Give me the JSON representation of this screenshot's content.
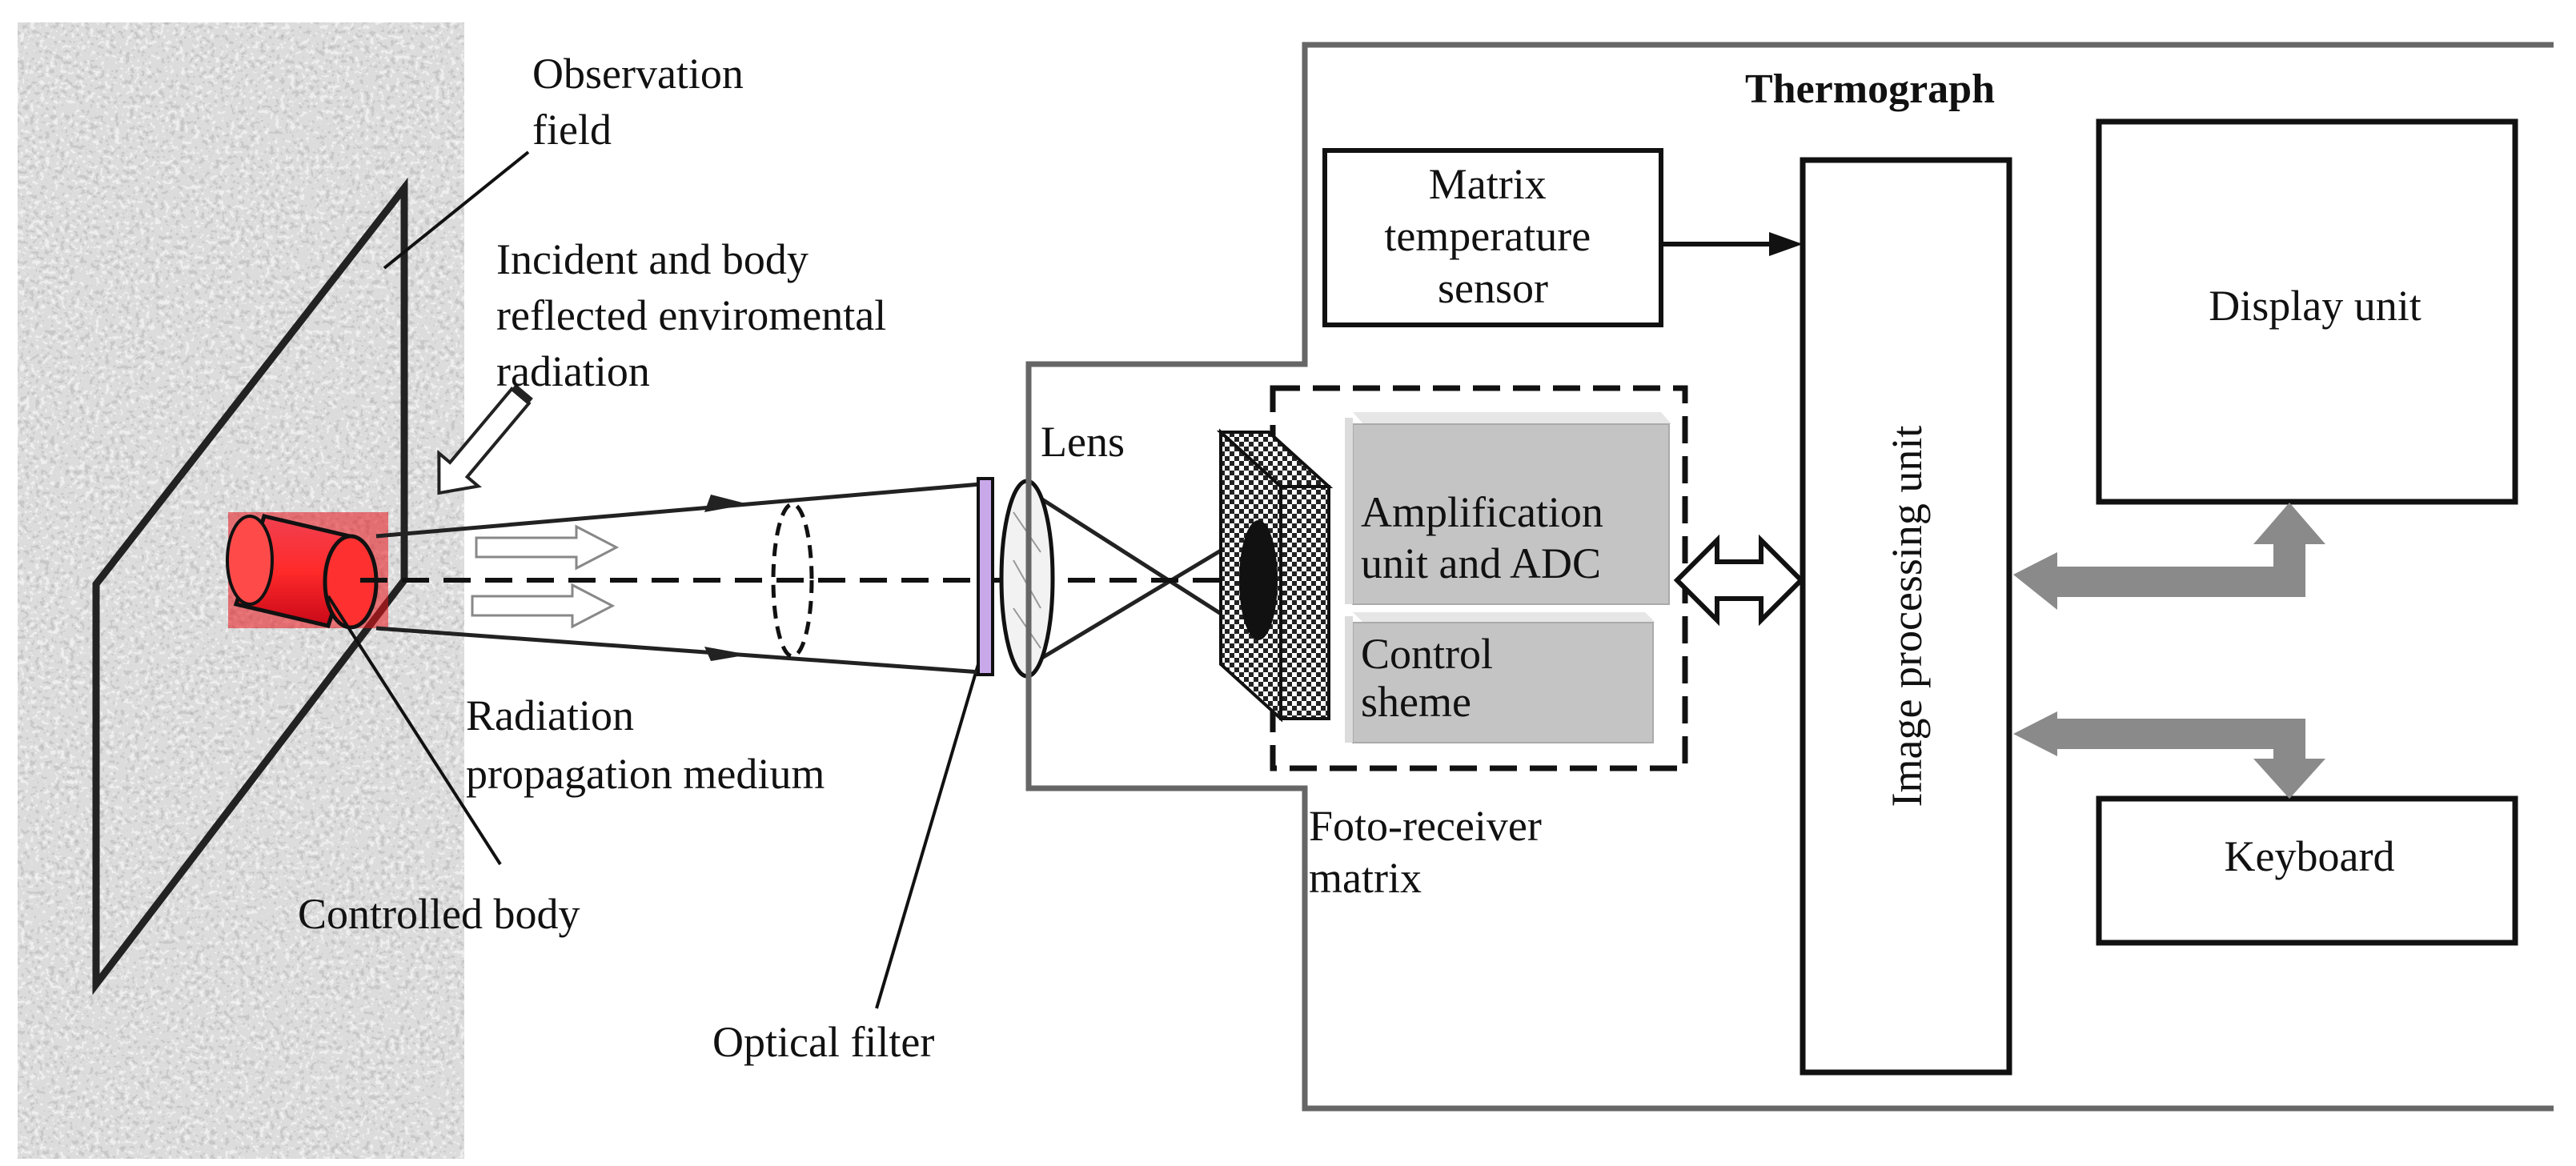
{
  "labels": {
    "observation_field": [
      "Observation",
      "field"
    ],
    "incident_radiation": [
      "Incident and body",
      "reflected enviromental",
      "radiation"
    ],
    "radiation_medium": [
      "Radiation",
      "propagation medium"
    ],
    "controlled_body": "Controlled body",
    "optical_filter": "Optical filter",
    "lens": "Lens",
    "thermograph": "Thermograph",
    "matrix_sensor": [
      "Matrix",
      "temperature",
      "sensor"
    ],
    "amplification_unit": [
      "Amplification",
      "unit and ADC"
    ],
    "control_scheme": [
      "Control",
      "sheme"
    ],
    "foto_receiver": [
      "Foto-receiver",
      "matrix"
    ],
    "image_processing": "Image processing unit",
    "display_unit": "Display unit",
    "keyboard": "Keyboard"
  },
  "colors": {
    "body_red": "#e8141c",
    "filter_violet": "#c9a8ea",
    "block_gray": "#c4c4c4",
    "arrow_gray": "#8a8a8a"
  }
}
